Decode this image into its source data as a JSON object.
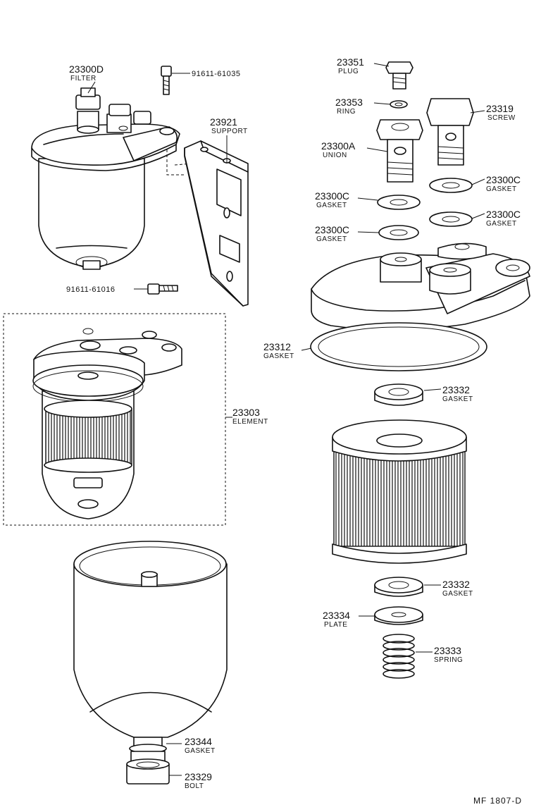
{
  "parts": [
    {
      "number": "23300D",
      "name": "FILTER"
    },
    {
      "number": "91611-61035",
      "name": ""
    },
    {
      "number": "23921",
      "name": "SUPPORT"
    },
    {
      "number": "91611-61016",
      "name": ""
    },
    {
      "number": "23303",
      "name": "ELEMENT"
    },
    {
      "number": "23344",
      "name": "GASKET"
    },
    {
      "number": "23329",
      "name": "BOLT"
    },
    {
      "number": "23351",
      "name": "PLUG"
    },
    {
      "number": "23353",
      "name": "RING"
    },
    {
      "number": "23319",
      "name": "SCREW"
    },
    {
      "number": "23300A",
      "name": "UNION"
    },
    {
      "number": "23300C",
      "name": "GASKET"
    },
    {
      "number": "23300C",
      "name": "GASKET"
    },
    {
      "number": "23300C",
      "name": "GASKET"
    },
    {
      "number": "23300C",
      "name": "GASKET"
    },
    {
      "number": "23312",
      "name": "GASKET"
    },
    {
      "number": "23332",
      "name": "GASKET"
    },
    {
      "number": "23332",
      "name": "GASKET"
    },
    {
      "number": "23334",
      "name": "PLATE"
    },
    {
      "number": "23333",
      "name": "SPRING"
    }
  ],
  "footer": {
    "code": "MF 1807-D"
  }
}
